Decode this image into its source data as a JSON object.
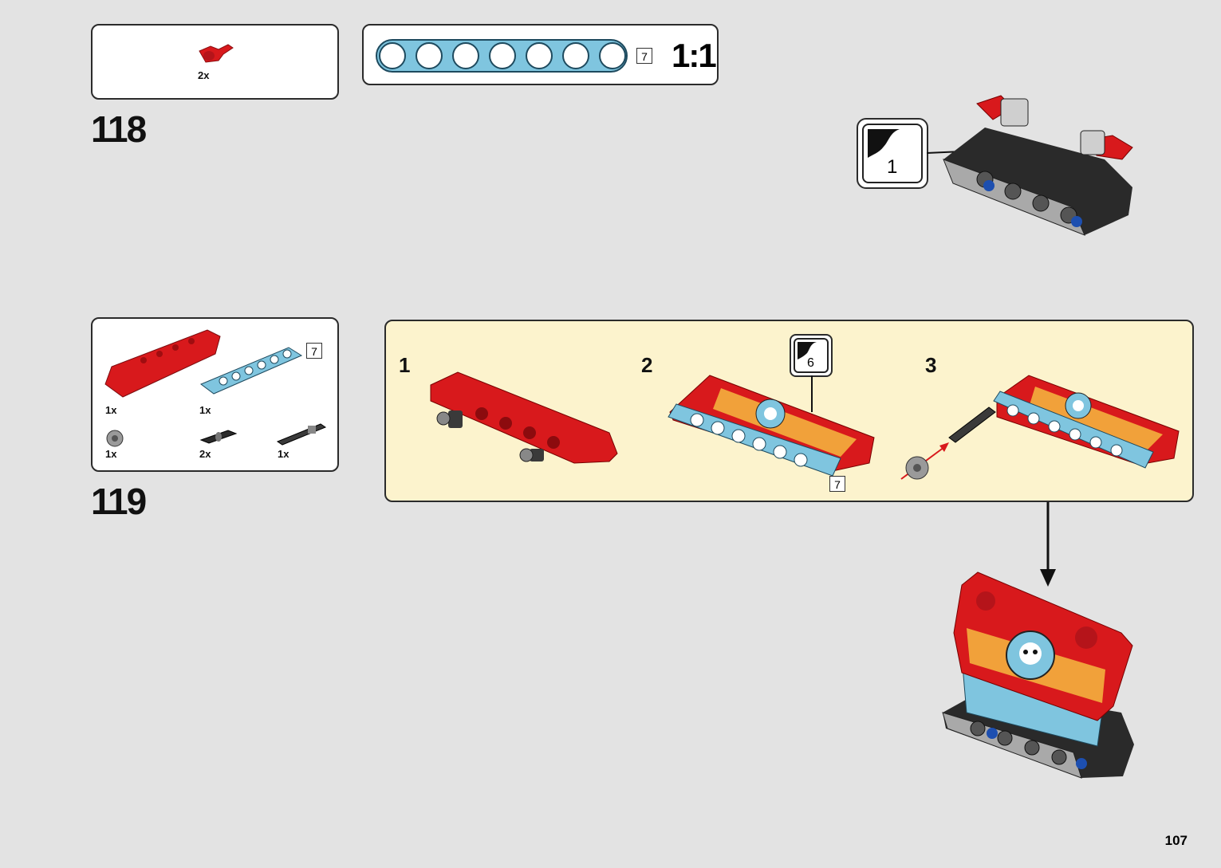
{
  "steps": [
    {
      "number": "118",
      "parts": [
        {
          "qty": "2x",
          "icon": "red-connector-icon"
        }
      ],
      "scale_callout": {
        "length_label": "7",
        "scale": "1:1"
      },
      "rotate_callout": {
        "label": "1",
        "icon": "rotate-model-icon"
      }
    },
    {
      "number": "119",
      "parts": [
        {
          "qty": "1x",
          "icon": "red-panel-icon"
        },
        {
          "qty": "1x",
          "icon": "blue-beam-icon",
          "length_label": "7"
        },
        {
          "qty": "1x",
          "icon": "bush-icon"
        },
        {
          "qty": "2x",
          "icon": "black-pin-icon"
        },
        {
          "qty": "1x",
          "icon": "axle-icon"
        }
      ],
      "sub_steps": [
        {
          "label": "1"
        },
        {
          "label": "2",
          "rotate_label": "6",
          "length_label": "7"
        },
        {
          "label": "3"
        }
      ]
    }
  ],
  "page_number": "107",
  "colors": {
    "red": "#d8191c",
    "blue": "#7fc5df",
    "black": "#2a2a2a",
    "cream": "#fcf3cd",
    "background": "#e3e3e3"
  }
}
